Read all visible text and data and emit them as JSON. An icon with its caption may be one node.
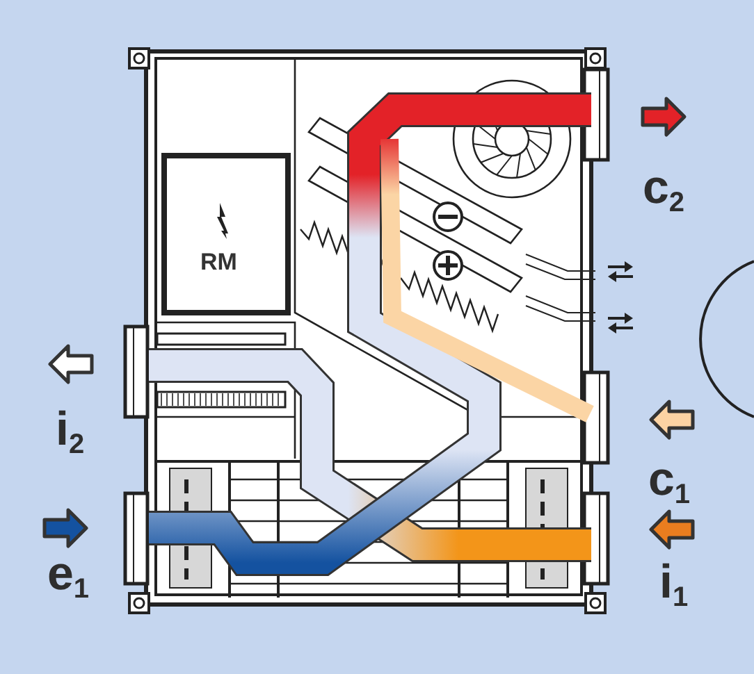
{
  "diagram": {
    "labels": [
      "c$_{2}$",
      "RM",
      "i$_{2}$",
      "c$_{1}$",
      "e$_{1}$",
      "i$_{1}$"
    ]
  }
}
